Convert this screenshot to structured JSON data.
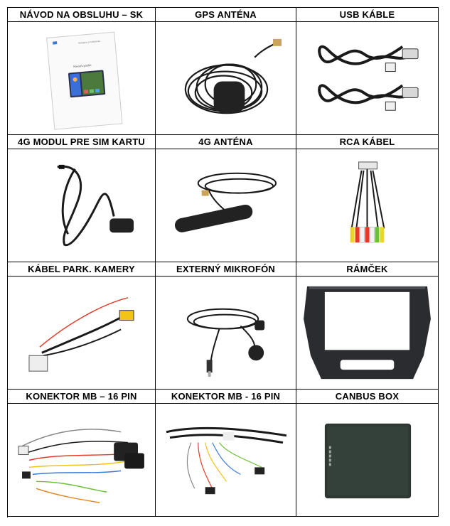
{
  "headers": [
    "NÁVOD NA OBSLUHU – SK",
    "GPS ANTÉNA",
    "USB KÁBLE",
    "4G MODUL PRE SIM KARTU",
    "4G ANTÉNA",
    "RCA KÁBEL",
    "KÁBEL PARK. KAMERY",
    "EXTERNÝ MIKROFÓN",
    "RÁMČEK",
    "KONEKTOR MB – 16 PIN",
    "KONEKTOR MB - 16 PIN",
    "CANBUS BOX"
  ],
  "manual": {
    "cover_title": "Návod k použití"
  },
  "colors": {
    "border": "#000000",
    "cable": "#1a1a1a",
    "text": "#000000"
  }
}
